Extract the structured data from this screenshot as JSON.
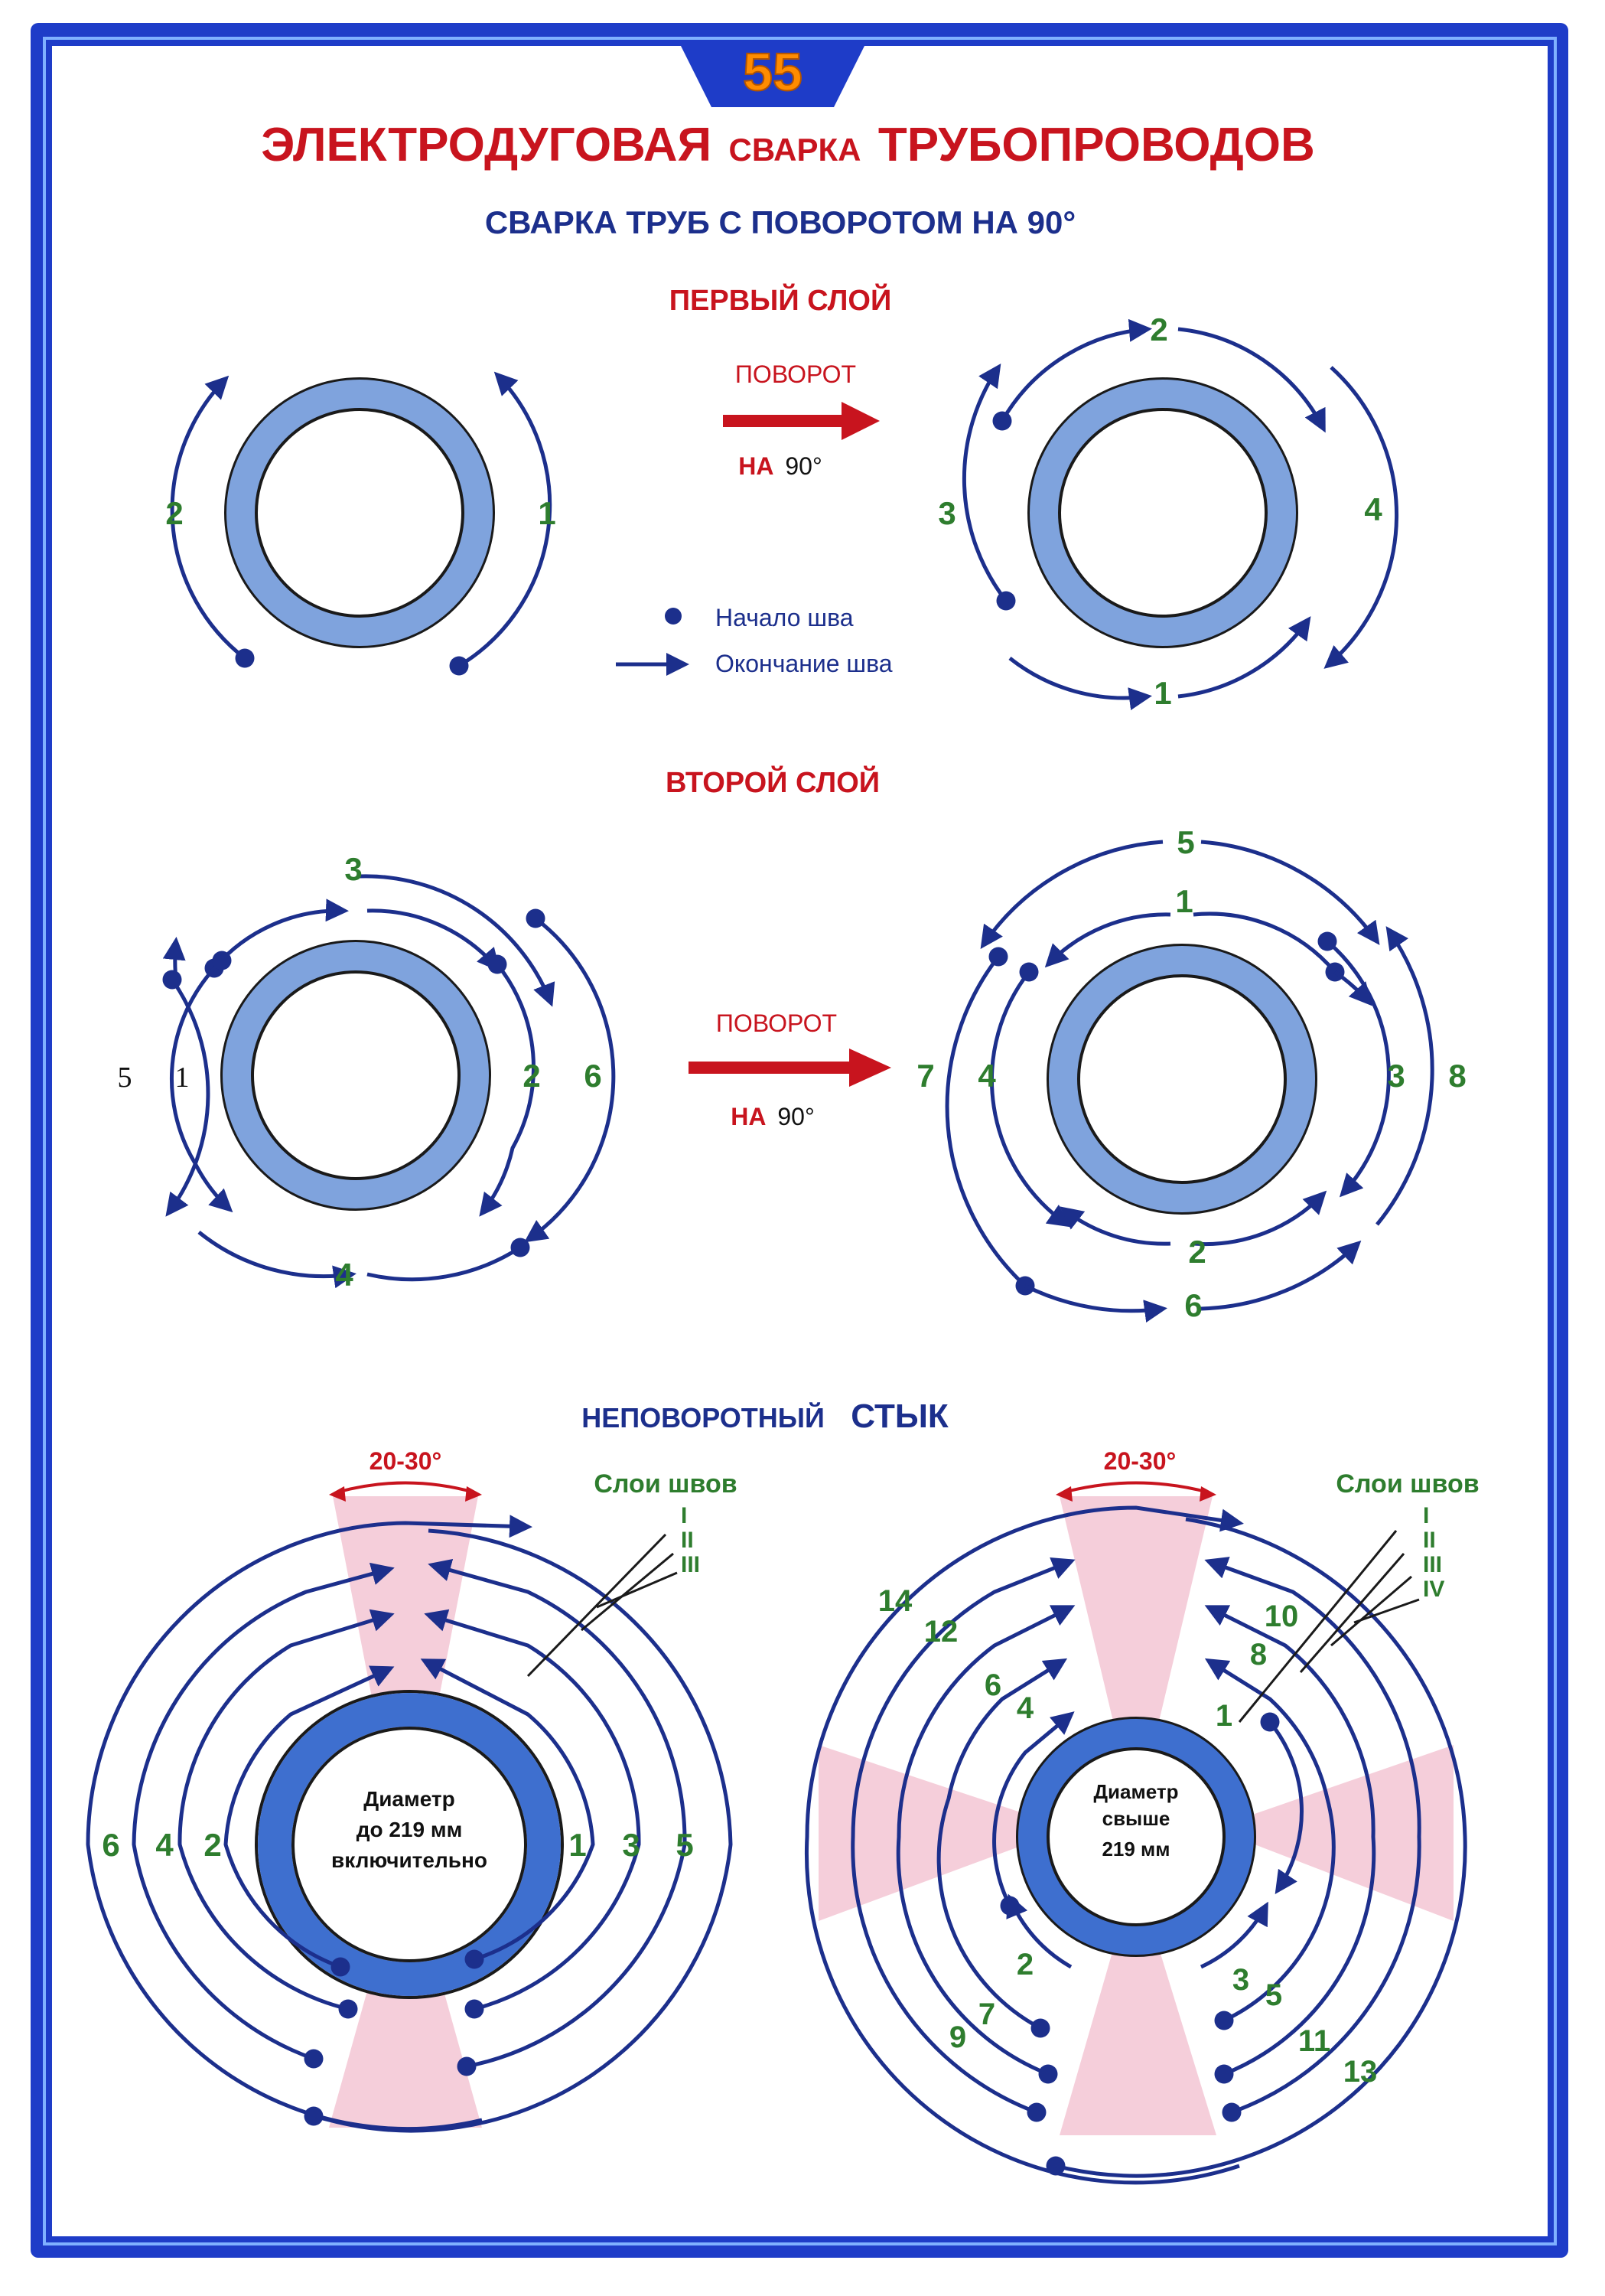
{
  "page_number": "55",
  "title": {
    "part1": "ЭЛЕКТРОДУГОВАЯ",
    "part2": "СВАРКА",
    "part3": "ТРУБОПРОВОДОВ"
  },
  "subtitle": "СВАРКА ТРУБ С ПОВОРОТОМ НА 90°",
  "section1": {
    "heading": "ПЕРВЫЙ СЛОЙ",
    "rotate_label": "ПОВОРОТ",
    "rotate_na": "НА",
    "rotate_deg": "90°",
    "left_labels": [
      "2",
      "1"
    ],
    "right_labels": [
      "2",
      "3",
      "4",
      "1"
    ]
  },
  "legend": {
    "start": "Начало шва",
    "end": "Окончание шва"
  },
  "section2": {
    "heading": "ВТОРОЙ СЛОЙ",
    "rotate_label": "ПОВОРОТ",
    "rotate_na": "НА",
    "rotate_deg": "90°",
    "left_labels": [
      "3",
      "5",
      "1",
      "2",
      "6",
      "4"
    ],
    "right_labels": [
      "5",
      "1",
      "7",
      "4",
      "3",
      "8",
      "2",
      "6"
    ]
  },
  "section3": {
    "heading_part1": "НЕПОВОРОТНЫЙ",
    "heading_part2": "СТЫК",
    "left": {
      "angle": "20-30°",
      "layers_title": "Слои швов",
      "layers": [
        "I",
        "II",
        "III"
      ],
      "center_text": [
        "Диаметр",
        "до 219 мм",
        "включительно"
      ],
      "labels": [
        "6",
        "4",
        "2",
        "1",
        "3",
        "5"
      ]
    },
    "right": {
      "angle": "20-30°",
      "layers_title": "Слои швов",
      "layers": [
        "I",
        "II",
        "III",
        "IV"
      ],
      "center_text": [
        "Диаметр",
        "свыше",
        "219 мм"
      ],
      "labels": [
        "14",
        "12",
        "10",
        "8",
        "6",
        "4",
        "1",
        "2",
        "3",
        "5",
        "7",
        "9",
        "11",
        "13"
      ]
    }
  },
  "colors": {
    "frame_blue": "#1e3cc8",
    "pipe_ring": "#7fa3dd",
    "arrow_blue": "#1c2f8c",
    "title_red": "#c8141e",
    "number_green": "#2e7d2e",
    "zone_pink": "#f3c6d4"
  }
}
